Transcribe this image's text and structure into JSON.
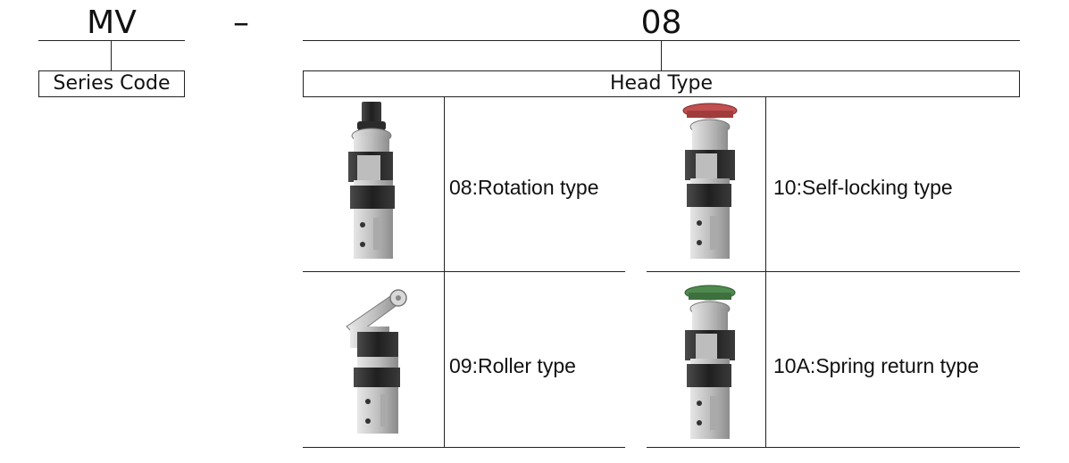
{
  "series": {
    "code": "MV",
    "label": "Series Code"
  },
  "separator": "–",
  "head": {
    "code": "08",
    "label": "Head Type"
  },
  "types": [
    {
      "text": "08:Rotation type",
      "head": "rotation-knob"
    },
    {
      "text": "09:Roller type",
      "head": "roller-lever"
    },
    {
      "text": "10:Self-locking type",
      "head": "mushroom-button"
    },
    {
      "text": "10A:Spring return type",
      "head": "mushroom-button"
    }
  ],
  "colors": {
    "line": "#222222",
    "text": "#111111",
    "valve_body": "#c8c8c8",
    "valve_dark": "#2a2a2a",
    "button_red": "#c04040"
  }
}
